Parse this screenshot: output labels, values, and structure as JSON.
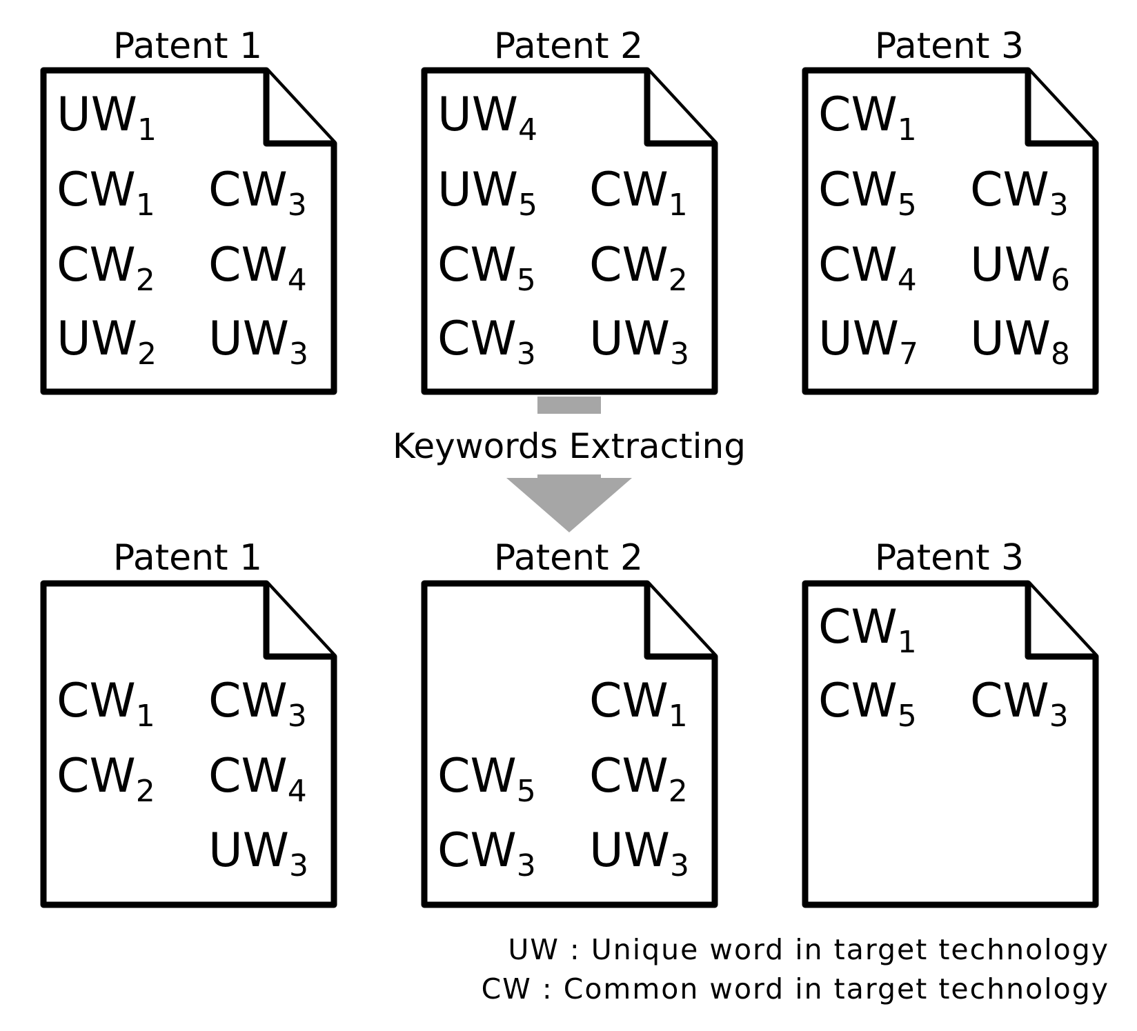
{
  "diagram": {
    "process_label": "Keywords Extracting",
    "before": [
      {
        "title": "Patent 1",
        "words": [
          {
            "base": "UW",
            "sub": "1"
          },
          {
            "base": "CW",
            "sub": "1"
          },
          {
            "base": "CW",
            "sub": "3"
          },
          {
            "base": "CW",
            "sub": "2"
          },
          {
            "base": "CW",
            "sub": "4"
          },
          {
            "base": "UW",
            "sub": "2"
          },
          {
            "base": "UW",
            "sub": "3"
          }
        ]
      },
      {
        "title": "Patent 2",
        "words": [
          {
            "base": "UW",
            "sub": "4"
          },
          {
            "base": "UW",
            "sub": "5"
          },
          {
            "base": "CW",
            "sub": "1"
          },
          {
            "base": "CW",
            "sub": "5"
          },
          {
            "base": "CW",
            "sub": "2"
          },
          {
            "base": "CW",
            "sub": "3"
          },
          {
            "base": "UW",
            "sub": "3"
          }
        ]
      },
      {
        "title": "Patent 3",
        "words": [
          {
            "base": "CW",
            "sub": "1"
          },
          {
            "base": "CW",
            "sub": "5"
          },
          {
            "base": "CW",
            "sub": "3"
          },
          {
            "base": "CW",
            "sub": "4"
          },
          {
            "base": "UW",
            "sub": "6"
          },
          {
            "base": "UW",
            "sub": "7"
          },
          {
            "base": "UW",
            "sub": "8"
          }
        ]
      }
    ],
    "after": [
      {
        "title": "Patent 1",
        "words": [
          {
            "base": "CW",
            "sub": "1"
          },
          {
            "base": "CW",
            "sub": "3"
          },
          {
            "base": "CW",
            "sub": "2"
          },
          {
            "base": "CW",
            "sub": "4"
          },
          {
            "base": "UW",
            "sub": "3"
          }
        ]
      },
      {
        "title": "Patent 2",
        "words": [
          {
            "base": "CW",
            "sub": "1"
          },
          {
            "base": "CW",
            "sub": "5"
          },
          {
            "base": "CW",
            "sub": "2"
          },
          {
            "base": "CW",
            "sub": "3"
          },
          {
            "base": "UW",
            "sub": "3"
          }
        ]
      },
      {
        "title": "Patent 3",
        "words": [
          {
            "base": "CW",
            "sub": "1"
          },
          {
            "base": "CW",
            "sub": "5"
          },
          {
            "base": "CW",
            "sub": "3"
          }
        ]
      }
    ]
  },
  "legend": [
    "UW : Unique word in target technology",
    "CW : Common word in target technology"
  ]
}
